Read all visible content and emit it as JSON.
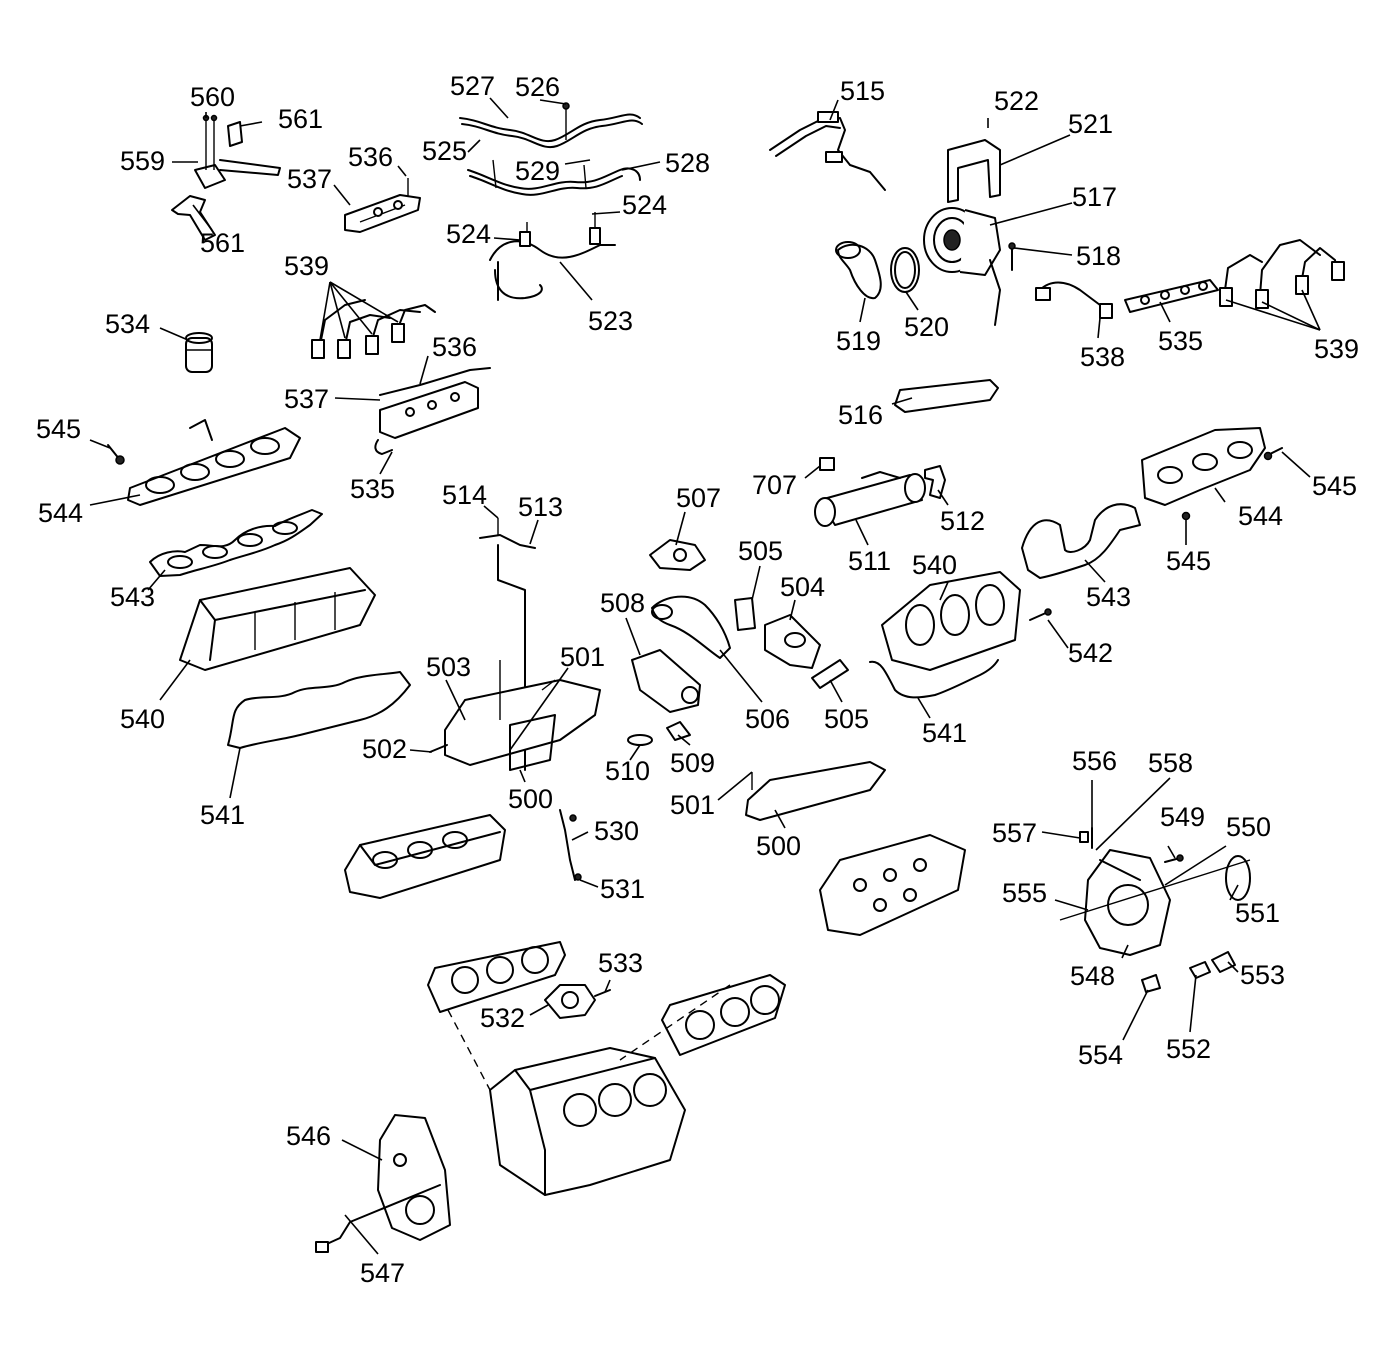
{
  "diagram": {
    "colors": {
      "ink": "#000000",
      "background": "#ffffff"
    },
    "callouts": [
      {
        "id": "c560",
        "text": "560"
      },
      {
        "id": "c561a",
        "text": "561"
      },
      {
        "id": "c559",
        "text": "559"
      },
      {
        "id": "c561b",
        "text": "561"
      },
      {
        "id": "c527",
        "text": "527"
      },
      {
        "id": "c526",
        "text": "526"
      },
      {
        "id": "c525",
        "text": "525"
      },
      {
        "id": "c529",
        "text": "529"
      },
      {
        "id": "c528",
        "text": "528"
      },
      {
        "id": "c536a",
        "text": "536"
      },
      {
        "id": "c537a",
        "text": "537"
      },
      {
        "id": "c524a",
        "text": "524"
      },
      {
        "id": "c524b",
        "text": "524"
      },
      {
        "id": "c523",
        "text": "523"
      },
      {
        "id": "c515",
        "text": "515"
      },
      {
        "id": "c522",
        "text": "522"
      },
      {
        "id": "c521",
        "text": "521"
      },
      {
        "id": "c517",
        "text": "517"
      },
      {
        "id": "c518",
        "text": "518"
      },
      {
        "id": "c519",
        "text": "519"
      },
      {
        "id": "c520",
        "text": "520"
      },
      {
        "id": "c538",
        "text": "538"
      },
      {
        "id": "c535a",
        "text": "535"
      },
      {
        "id": "c539a",
        "text": "539"
      },
      {
        "id": "c539b",
        "text": "539"
      },
      {
        "id": "c534",
        "text": "534"
      },
      {
        "id": "c536b",
        "text": "536"
      },
      {
        "id": "c537b",
        "text": "537"
      },
      {
        "id": "c535b",
        "text": "535"
      },
      {
        "id": "c545a",
        "text": "545"
      },
      {
        "id": "c544a",
        "text": "544"
      },
      {
        "id": "c516",
        "text": "516"
      },
      {
        "id": "c707",
        "text": "707"
      },
      {
        "id": "c512",
        "text": "512"
      },
      {
        "id": "c511",
        "text": "511"
      },
      {
        "id": "c545b",
        "text": "545"
      },
      {
        "id": "c544b",
        "text": "544"
      },
      {
        "id": "c545c",
        "text": "545"
      },
      {
        "id": "c514",
        "text": "514"
      },
      {
        "id": "c513",
        "text": "513"
      },
      {
        "id": "c507",
        "text": "507"
      },
      {
        "id": "c505a",
        "text": "505"
      },
      {
        "id": "c504",
        "text": "504"
      },
      {
        "id": "c540a",
        "text": "540"
      },
      {
        "id": "c543a",
        "text": "543"
      },
      {
        "id": "c543b",
        "text": "543"
      },
      {
        "id": "c508",
        "text": "508"
      },
      {
        "id": "c501a",
        "text": "501"
      },
      {
        "id": "c503",
        "text": "503"
      },
      {
        "id": "c542",
        "text": "542"
      },
      {
        "id": "c540b",
        "text": "540"
      },
      {
        "id": "c506",
        "text": "506"
      },
      {
        "id": "c505b",
        "text": "505"
      },
      {
        "id": "c541a",
        "text": "541"
      },
      {
        "id": "c502",
        "text": "502"
      },
      {
        "id": "c510",
        "text": "510"
      },
      {
        "id": "c509",
        "text": "509"
      },
      {
        "id": "c500a",
        "text": "500"
      },
      {
        "id": "c501b",
        "text": "501"
      },
      {
        "id": "c541b",
        "text": "541"
      },
      {
        "id": "c556",
        "text": "556"
      },
      {
        "id": "c558",
        "text": "558"
      },
      {
        "id": "c530",
        "text": "530"
      },
      {
        "id": "c500b",
        "text": "500"
      },
      {
        "id": "c557",
        "text": "557"
      },
      {
        "id": "c549",
        "text": "549"
      },
      {
        "id": "c550",
        "text": "550"
      },
      {
        "id": "c531",
        "text": "531"
      },
      {
        "id": "c555",
        "text": "555"
      },
      {
        "id": "c551",
        "text": "551"
      },
      {
        "id": "c533",
        "text": "533"
      },
      {
        "id": "c548",
        "text": "548"
      },
      {
        "id": "c553",
        "text": "553"
      },
      {
        "id": "c532",
        "text": "532"
      },
      {
        "id": "c554",
        "text": "554"
      },
      {
        "id": "c552",
        "text": "552"
      },
      {
        "id": "c546",
        "text": "546"
      },
      {
        "id": "c547",
        "text": "547"
      }
    ]
  }
}
